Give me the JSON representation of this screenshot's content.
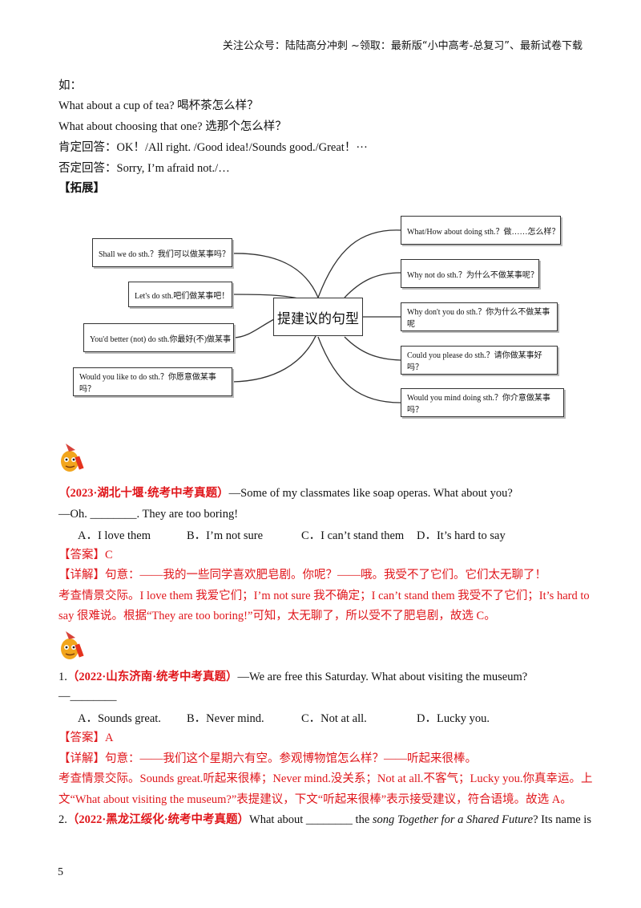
{
  "header": "关注公众号：陆陆高分冲刺 ~领取：最新版“小中高考-总复习”、最新试卷下载",
  "intro": {
    "ru": "如：",
    "ex1": "What about a cup of tea? 喝杯茶怎么样？",
    "ex2": "What about choosing that one? 选那个怎么样？",
    "positive": "肯定回答：OK！/All right. /Good idea!/Sounds good./Great！···",
    "negative": "否定回答：Sorry, I’m afraid not./…",
    "expand": "【拓展】"
  },
  "mindmap": {
    "center": "提建议的句型",
    "left": [
      "Shall we do sth.？我们可以做某事吗？",
      "Let's do sth.吧们做某事吧！",
      "You'd better (not) do sth.你最好(不)做某事",
      "Would you like to do sth.？你愿意做某事吗？"
    ],
    "right": [
      "What/How about doing sth.？做……怎么样？",
      "Why not do sth.？为什么不做某事呢？",
      "Why don't you do sth.？你为什么不做某事呢",
      "Could you please do sth.？请你做某事好吗？",
      "Would you mind doing sth.？你介意做某事吗？"
    ]
  },
  "q0": {
    "source": "（2023·湖北十堰·统考中考真题）",
    "stem": "—Some of my classmates like soap operas. What about you?",
    "stem2": "—Oh. ________. They are too boring!",
    "optA": "A．I love them",
    "optB": "B．I’m not sure",
    "optC": "C．I can’t stand them",
    "optD": "D．It’s hard to say",
    "answer": "【答案】C",
    "detail1": "【详解】句意：——我的一些同学喜欢肥皂剧。你呢？——哦。我受不了它们。它们太无聊了！",
    "detail2": "考查情景交际。I love them 我爱它们；I’m not sure 我不确定；I can’t stand them 我受不了它们；It’s hard to",
    "detail3": "say 很难说。根据“They are too boring!”可知，太无聊了，所以受不了肥皂剧，故选 C。"
  },
  "q1": {
    "num": "1.",
    "source": "（2022·山东济南·统考中考真题）",
    "stem": "—We are free this Saturday. What about visiting the museum?",
    "stem2": "—________",
    "optA": "A．Sounds great.",
    "optB": "B．Never mind.",
    "optC": "C．Not at all.",
    "optD": "D．Lucky you.",
    "answer": "【答案】A",
    "detail1": "【详解】句意：——我们这个星期六有空。参观博物馆怎么样？——听起来很棒。",
    "detail2": "考查情景交际。Sounds great.听起来很棒；Never mind.没关系；Not at all.不客气；Lucky you.你真幸运。上",
    "detail3": "文“What about visiting the museum?”表提建议，下文“听起来很棒”表示接受建议，符合语境。故选 A。"
  },
  "q2": {
    "num": "2.",
    "source": "（2022·黑龙江绥化·统考中考真题）",
    "stem_a": "What about ________ the ",
    "stem_italic": "song Together for a Shared Future",
    "stem_b": "? Its name is"
  },
  "page_number": "5"
}
